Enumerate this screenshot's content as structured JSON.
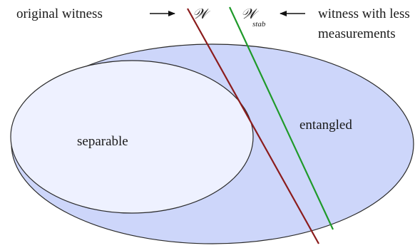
{
  "labels": {
    "original_witness": "original witness",
    "witness_symbol": "𝒲",
    "stab_symbol": "𝒲",
    "stab_subscript": "stab",
    "less_line1": "witness with less",
    "less_line2": "measurements",
    "separable": "separable",
    "entangled": "entangled"
  },
  "colors": {
    "entangled_fill": "#cdd6fa",
    "separable_fill": "#eef1ff",
    "outline": "#2a2a2a",
    "original_witness_line": "#8b1c1c",
    "stab_witness_line": "#1f9a2a",
    "arrow": "#111111"
  }
}
